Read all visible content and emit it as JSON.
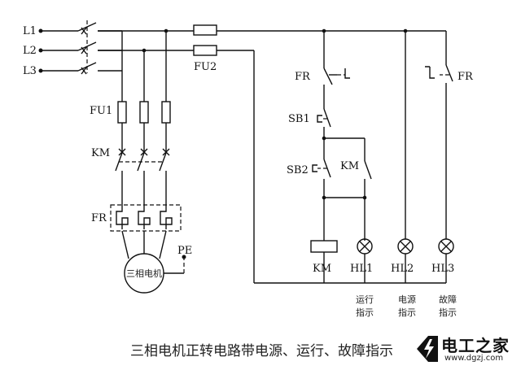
{
  "labels": {
    "l1": "L1",
    "l2": "L2",
    "l3": "L3",
    "fu1": "FU1",
    "fu2": "FU2",
    "km_main": "KM",
    "fr_main": "FR",
    "motor": "三相电机",
    "pe": "PE",
    "fr_nc": "FR",
    "sb1": "SB1",
    "sb2": "SB2",
    "km_aux": "KM",
    "fr_no": "FR",
    "km_coil": "KM",
    "hl1": "HL1",
    "hl2": "HL2",
    "hl3": "HL3",
    "hl1_desc_1": "运行",
    "hl1_desc_2": "指示",
    "hl2_desc_1": "电源",
    "hl2_desc_2": "指示",
    "hl3_desc_1": "故障",
    "hl3_desc_2": "指示"
  },
  "caption": "三相电机正转电路带电源、运行、故障指示",
  "logo": {
    "name": "电工之家",
    "url": "www.dgzj.com"
  }
}
